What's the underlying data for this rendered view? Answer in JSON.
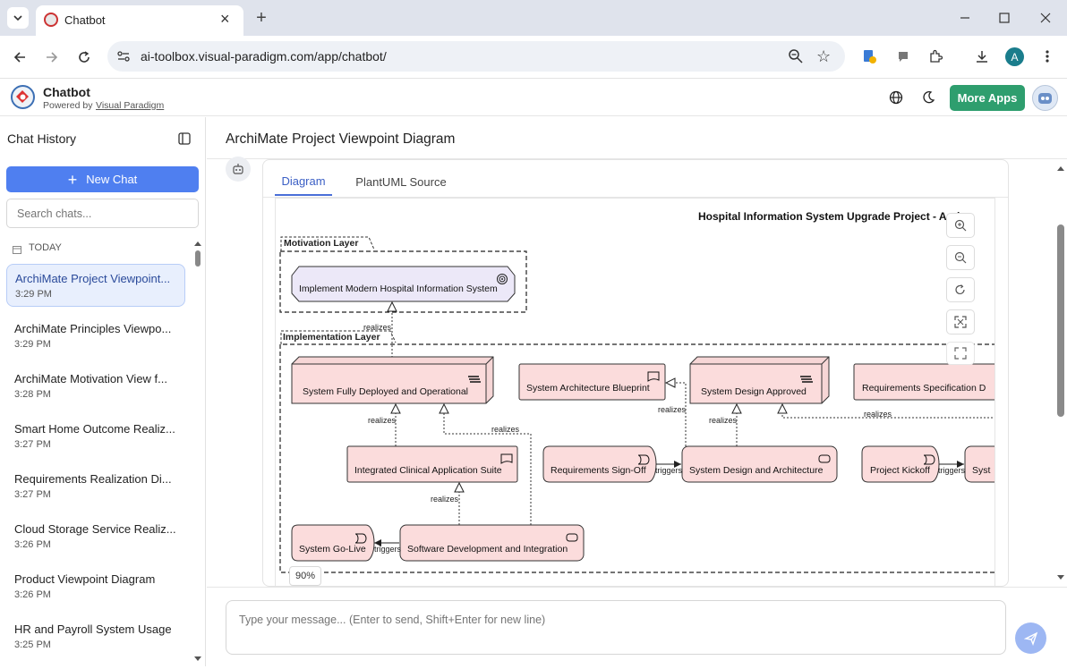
{
  "browser": {
    "tab_title": "Chatbot",
    "url": "ai-toolbox.visual-paradigm.com/app/chatbot/",
    "profile_initial": "A"
  },
  "app": {
    "name": "Chatbot",
    "powered_prefix": "Powered by",
    "powered_link": "Visual Paradigm",
    "more_apps": "More Apps"
  },
  "sidebar": {
    "title": "Chat History",
    "new_chat": "New Chat",
    "search_placeholder": "Search chats...",
    "section": "TODAY",
    "items": [
      {
        "title": "ArchiMate Project Viewpoint...",
        "time": "3:29 PM"
      },
      {
        "title": "ArchiMate Principles Viewpo...",
        "time": "3:29 PM"
      },
      {
        "title": "ArchiMate Motivation View f...",
        "time": "3:28 PM"
      },
      {
        "title": "Smart Home Outcome Realiz...",
        "time": "3:27 PM"
      },
      {
        "title": "Requirements Realization Di...",
        "time": "3:27 PM"
      },
      {
        "title": "Cloud Storage Service Realiz...",
        "time": "3:26 PM"
      },
      {
        "title": "Product Viewpoint Diagram",
        "time": "3:26 PM"
      },
      {
        "title": "HR and Payroll System Usage",
        "time": "3:25 PM"
      }
    ]
  },
  "main": {
    "title": "ArchiMate Project Viewpoint Diagram",
    "tabs": [
      "Diagram",
      "PlantUML Source"
    ],
    "zoom": "90%",
    "input_placeholder": "Type your message... (Enter to send, Shift+Enter for new line)"
  },
  "diagram": {
    "title": "Hospital Information System Upgrade Project - Arch",
    "motivation_layer": "Motivation Layer",
    "implementation_layer": "Implementation Layer",
    "goal": "Implement Modern Hospital Information System",
    "deliverables": {
      "fully_deployed": "System Fully Deployed and Operational",
      "design_approved": "System Design Approved",
      "req_spec": "Requirements Specification D"
    },
    "blueprint": "System Architecture Blueprint",
    "suite": "Integrated Clinical Application Suite",
    "events": {
      "signoff": "Requirements Sign-Off",
      "kickoff": "Project Kickoff",
      "golive": "System Go-Live"
    },
    "work": {
      "design_arch": "System Design and Architecture",
      "dev_integration": "Software Development and Integration",
      "next": "Syst"
    },
    "labels": {
      "realizes": "realizes",
      "triggers": "triggers"
    }
  }
}
